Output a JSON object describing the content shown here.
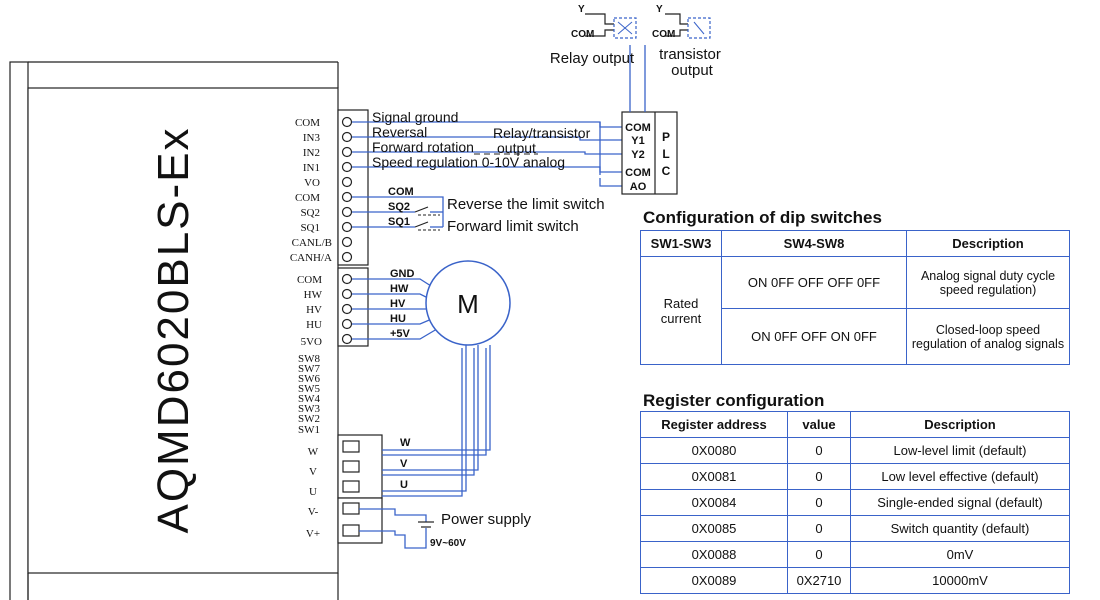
{
  "device": {
    "model": "AQMD6020BLS-Ex"
  },
  "left_pins": {
    "signal": [
      "COM",
      "IN3",
      "IN2",
      "IN1",
      "VO",
      "COM",
      "SQ2",
      "SQ1",
      "CANL/B",
      "CANH/A"
    ],
    "hall": [
      "COM",
      "HW",
      "HV",
      "HU",
      "5VO"
    ],
    "switches": [
      "SW8",
      "SW7",
      "SW6",
      "SW5",
      "SW4",
      "SW3",
      "SW2",
      "SW1"
    ],
    "motor": [
      "W",
      "V",
      "U"
    ],
    "power": [
      "V-",
      "V+"
    ]
  },
  "signal_labels": {
    "signal_ground": "Signal ground",
    "reversal": "Reversal",
    "forward": "Forward rotation",
    "speed": "Speed regulation  0-10V analog",
    "relay_transistor": "Relay/transistor",
    "output": "output",
    "reverse_limit": "Reverse the limit switch",
    "forward_limit": "Forward limit switch",
    "com": "COM",
    "sq2": "SQ2",
    "sq1": "SQ1"
  },
  "plc": {
    "pins": [
      "COM",
      "Y1",
      "Y2",
      "COM",
      "AO"
    ],
    "letters": [
      "P",
      "L",
      "C"
    ]
  },
  "relay": {
    "y": "Y",
    "com": "COM",
    "relay_output": "Relay output",
    "transistor_1": "transistor",
    "transistor_2": "output"
  },
  "hall_wires": [
    "GND",
    "HW",
    "HV",
    "HU",
    "+5V"
  ],
  "motor": {
    "label": "M",
    "wires": [
      "W",
      "V",
      "U"
    ]
  },
  "power": {
    "label": "Power supply",
    "voltage": "9V~60V"
  },
  "dip_table": {
    "title": "Configuration of dip switches",
    "headers": [
      "SW1-SW3",
      "SW4-SW8",
      "Description"
    ],
    "sw1_sw3": "Rated current",
    "rows": [
      {
        "sw4_sw8": "ON 0FF OFF OFF 0FF",
        "description": "Analog signal duty cycle speed regulation)"
      },
      {
        "sw4_sw8": "ON 0FF OFF ON 0FF",
        "description": "Closed-loop speed regulation of analog signals"
      }
    ]
  },
  "register_table": {
    "title": "Register configuration",
    "headers": [
      "Register address",
      "value",
      "Description"
    ],
    "rows": [
      {
        "address": "0X0080",
        "value": "0",
        "description": "Low-level limit (default)"
      },
      {
        "address": "0X0081",
        "value": "0",
        "description": "Low level effective (default)"
      },
      {
        "address": "0X0084",
        "value": "0",
        "description": "Single-ended signal (default)"
      },
      {
        "address": "0X0085",
        "value": "0",
        "description": "Switch quantity (default)"
      },
      {
        "address": "0X0088",
        "value": "0",
        "description": "0mV"
      },
      {
        "address": "0X0089",
        "value": "0X2710",
        "description": "10000mV"
      }
    ]
  },
  "colors": {
    "wire": "#3a63c9",
    "line": "#222222"
  }
}
